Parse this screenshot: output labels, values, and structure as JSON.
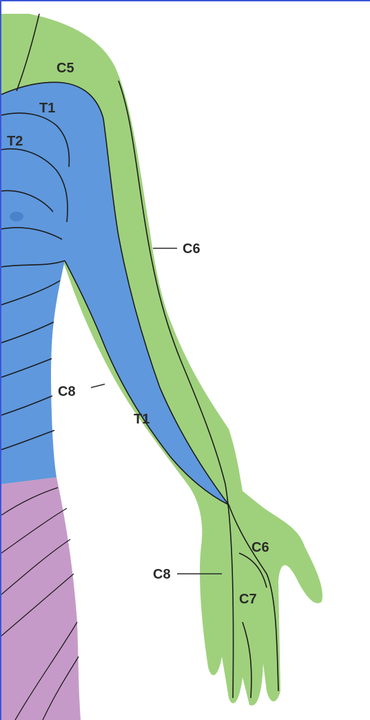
{
  "labels": {
    "c5": "C5",
    "t1_upper": "T1",
    "t2": "T2",
    "c6_arm": "C6",
    "c8_arm": "C8",
    "t1_forearm": "T1",
    "c6_hand": "C6",
    "c8_hand": "C8",
    "c7_hand": "C7"
  },
  "colors": {
    "frame": "#3b55d8",
    "green_dermatome": "#9fd17c",
    "blue_dermatome": "#5f98dd",
    "purple_dermatome": "#c69ac8",
    "boundary_line": "#1c1c1c"
  }
}
